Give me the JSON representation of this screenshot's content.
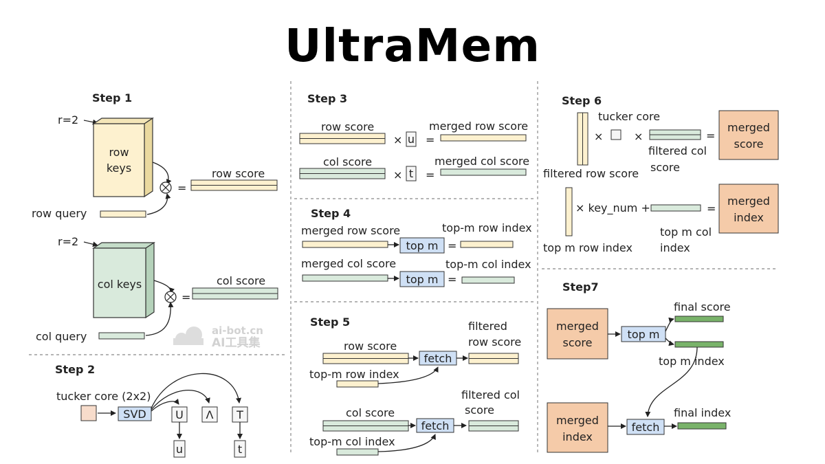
{
  "title": "UltraMem",
  "colors": {
    "row": "#fdf1cf",
    "col": "#d9eadc",
    "orange": "#f5cba9",
    "blue": "#cfe0f5",
    "green": "#79b36a"
  },
  "watermark": {
    "line1": "ai-bot.cn",
    "line2": "AI工具集"
  },
  "step1": {
    "heading": "Step 1",
    "r_label_top": "r=2",
    "row_keys_1": "row",
    "row_keys_2": "keys",
    "row_query": "row query",
    "row_score": "row score",
    "r_label_bottom": "r=2",
    "col_keys": "col keys",
    "col_query": "col query",
    "col_score": "col score"
  },
  "step2": {
    "heading": "Step 2",
    "tucker": "tucker core (2x2)",
    "svd": "SVD",
    "U": "U",
    "lambda": "Λ",
    "T": "T",
    "u": "u",
    "t": "t"
  },
  "step3": {
    "heading": "Step 3",
    "row_score": "row score",
    "u": "u",
    "merged_row": "merged row score",
    "col_score": "col score",
    "t": "t",
    "merged_col": "merged col score",
    "times": "×",
    "equals": "="
  },
  "step4": {
    "heading": "Step 4",
    "merged_row": "merged row score",
    "topm": "top m",
    "row_index": "top-m row index",
    "merged_col": "merged col score",
    "col_index": "top-m col index"
  },
  "step5": {
    "heading": "Step 5",
    "row_score": "row score",
    "fetch": "fetch",
    "filtered_row_1": "filtered",
    "filtered_row_2": "row score",
    "row_index": "top-m row index",
    "col_score": "col score",
    "filtered_col_1": "filtered col",
    "filtered_col_2": "score",
    "col_index": "top-m col index"
  },
  "step6": {
    "heading": "Step 6",
    "tucker": "tucker core",
    "filtered_col_1": "filtered col",
    "filtered_col_2": "score",
    "filtered_row": "filtered row score",
    "merged_score_1": "merged",
    "merged_score_2": "score",
    "key_num": "× key_num +",
    "top_row_index": "top m row index",
    "top_col_1": "top m col",
    "top_col_2": "index",
    "merged_index_1": "merged",
    "merged_index_2": "index"
  },
  "step7": {
    "heading": "Step7",
    "merged_score_1": "merged",
    "merged_score_2": "score",
    "topm": "top m",
    "final_score": "final score",
    "top_index": "top m index",
    "merged_index_1": "merged",
    "merged_index_2": "index",
    "fetch": "fetch",
    "final_index": "final index"
  }
}
